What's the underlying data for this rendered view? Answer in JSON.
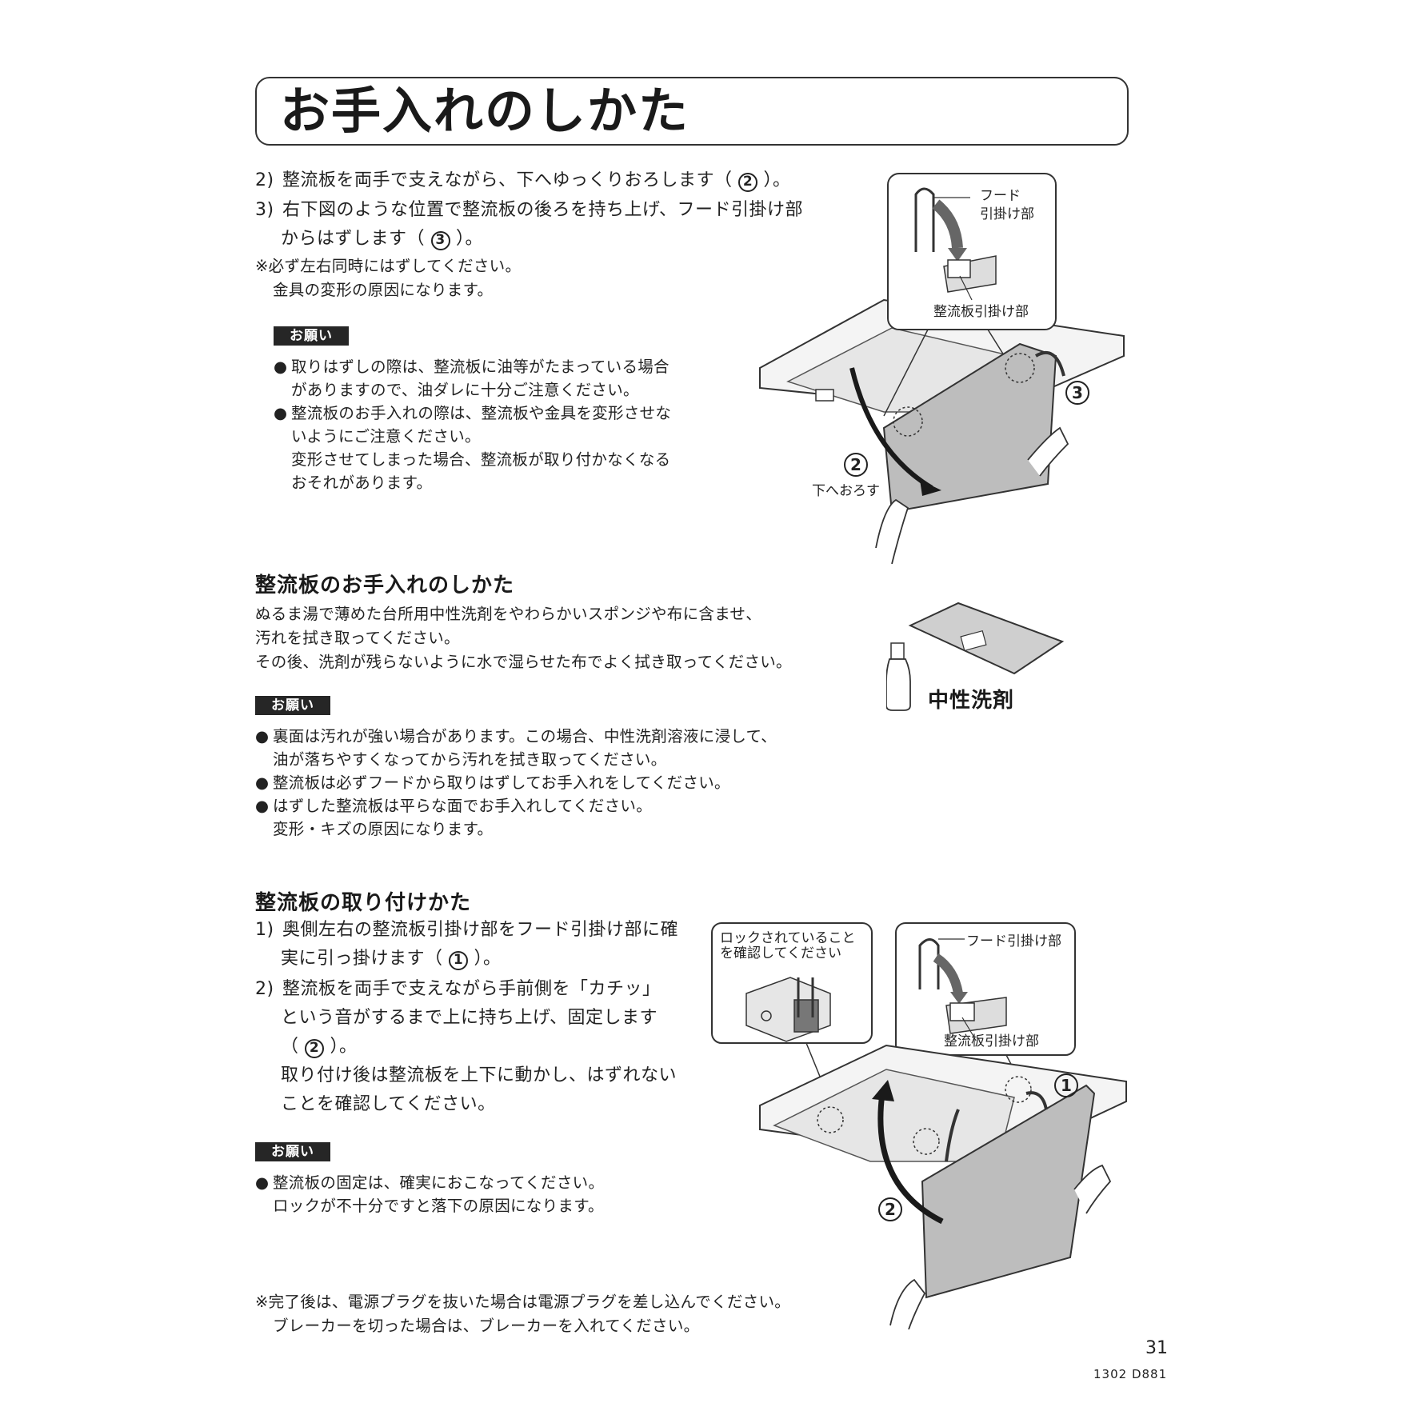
{
  "title": "お手入れのしかた",
  "removal_steps": [
    {
      "num": "2)",
      "pre": "整流板を両手で支えながら、下へゆっくりおろします（",
      "ref": "2",
      "post": "）。"
    },
    {
      "num": "3)",
      "line1": "右下図のような位置で整流板の後ろを持ち上げ、フード引掛け部",
      "line2_pre": "からはずします（",
      "ref": "3",
      "line2_post": "）。"
    }
  ],
  "removal_note": [
    "※必ず左右同時にはずしてください。",
    "金具の変形の原因になります。"
  ],
  "onegai_label": "お願い",
  "removal_cautions": [
    "取りはずしの際は、整流板に油等がたまっている場合",
    "がありますので、油ダレに十分ご注意ください。",
    "整流板のお手入れの際は、整流板や金具を変形させな",
    "いようにご注意ください。",
    "変形させてしまった場合、整流板が取り付かなくなる",
    "おそれがあります。"
  ],
  "bullet": "●",
  "fig1": {
    "hood_hook": [
      "フード",
      "引掛け部"
    ],
    "plate_hook": "整流板引掛け部",
    "lower_label": "下へおろす",
    "n2": "2",
    "n3": "3"
  },
  "cleaning": {
    "heading": "整流板のお手入れのしかた",
    "body": [
      "ぬるま湯で薄めた台所用中性洗剤をやわらかいスポンジや布に含ませ、",
      "汚れを拭き取ってください。",
      "その後、洗剤が残らないように水で湿らせた布でよく拭き取ってください。"
    ],
    "detergent_label": "中性洗剤",
    "cautions": [
      "裏面は汚れが強い場合があります。この場合、中性洗剤溶液に浸して、",
      "油が落ちやすくなってから汚れを拭き取ってください。",
      "整流板は必ずフードから取りはずしてお手入れをしてください。",
      "はずした整流板は平らな面でお手入れしてください。",
      "変形・キズの原因になります。"
    ]
  },
  "install": {
    "heading": "整流板の取り付けかた",
    "step1": {
      "num": "1)",
      "line1": "奥側左右の整流板引掛け部をフード引掛け部に確",
      "line2_pre": "実に引っ掛けます（",
      "ref": "1",
      "line2_post": "）。"
    },
    "step2": {
      "num": "2)",
      "line1": "整流板を両手で支えながら手前側を「カチッ」",
      "line2": "という音がするまで上に持ち上げ、固定します",
      "line3_pre": "（",
      "ref": "2",
      "line3_post": "）。",
      "line4": "取り付け後は整流板を上下に動かし、はずれない",
      "line5": "ことを確認してください。"
    },
    "cautions": [
      "整流板の固定は、確実におこなってください。",
      "ロックが不十分ですと落下の原因になります。"
    ],
    "fig": {
      "lock_note": [
        "ロックされていること",
        "を確認してください"
      ],
      "hood_hook": "フード引掛け部",
      "plate_hook": "整流板引掛け部",
      "n1": "1",
      "n2": "2"
    }
  },
  "final_note": [
    "※完了後は、電源プラグを抜いた場合は電源プラグを差し込んでください。",
    "ブレーカーを切った場合は、ブレーカーを入れてください。"
  ],
  "page_number": "31",
  "doc_code": "1302 D881"
}
